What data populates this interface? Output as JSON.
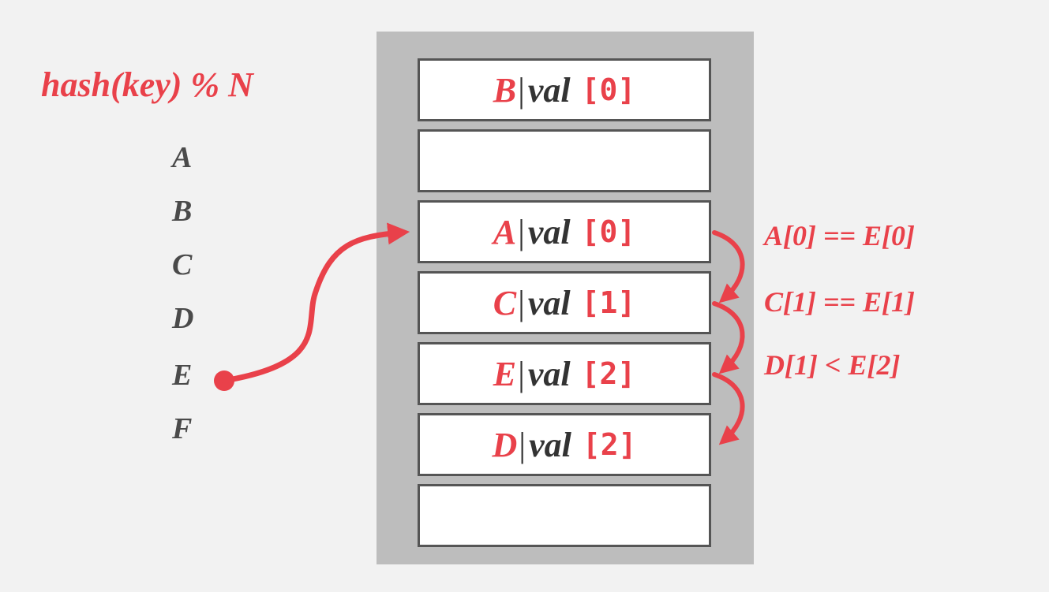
{
  "hash_function": "hash(key) % N",
  "keys": [
    "A",
    "B",
    "C",
    "D",
    "E",
    "F"
  ],
  "slots": [
    {
      "key": "B",
      "sep": "|",
      "value": "val",
      "index": "[0]"
    },
    {
      "key": "",
      "sep": "",
      "value": "",
      "index": ""
    },
    {
      "key": "A",
      "sep": "|",
      "value": "val",
      "index": "[0]"
    },
    {
      "key": "C",
      "sep": "|",
      "value": "val",
      "index": "[1]"
    },
    {
      "key": "E",
      "sep": "|",
      "value": "val",
      "index": "[2]"
    },
    {
      "key": "D",
      "sep": "|",
      "value": "val",
      "index": "[2]"
    },
    {
      "key": "",
      "sep": "",
      "value": "",
      "index": ""
    }
  ],
  "comparisons": [
    "A[0] == E[0]",
    "C[1] == E[1]",
    "D[1] < E[2]"
  ],
  "colors": {
    "accent": "#e9414a",
    "table": "#bdbdbd",
    "text": "#4a4a4a"
  }
}
